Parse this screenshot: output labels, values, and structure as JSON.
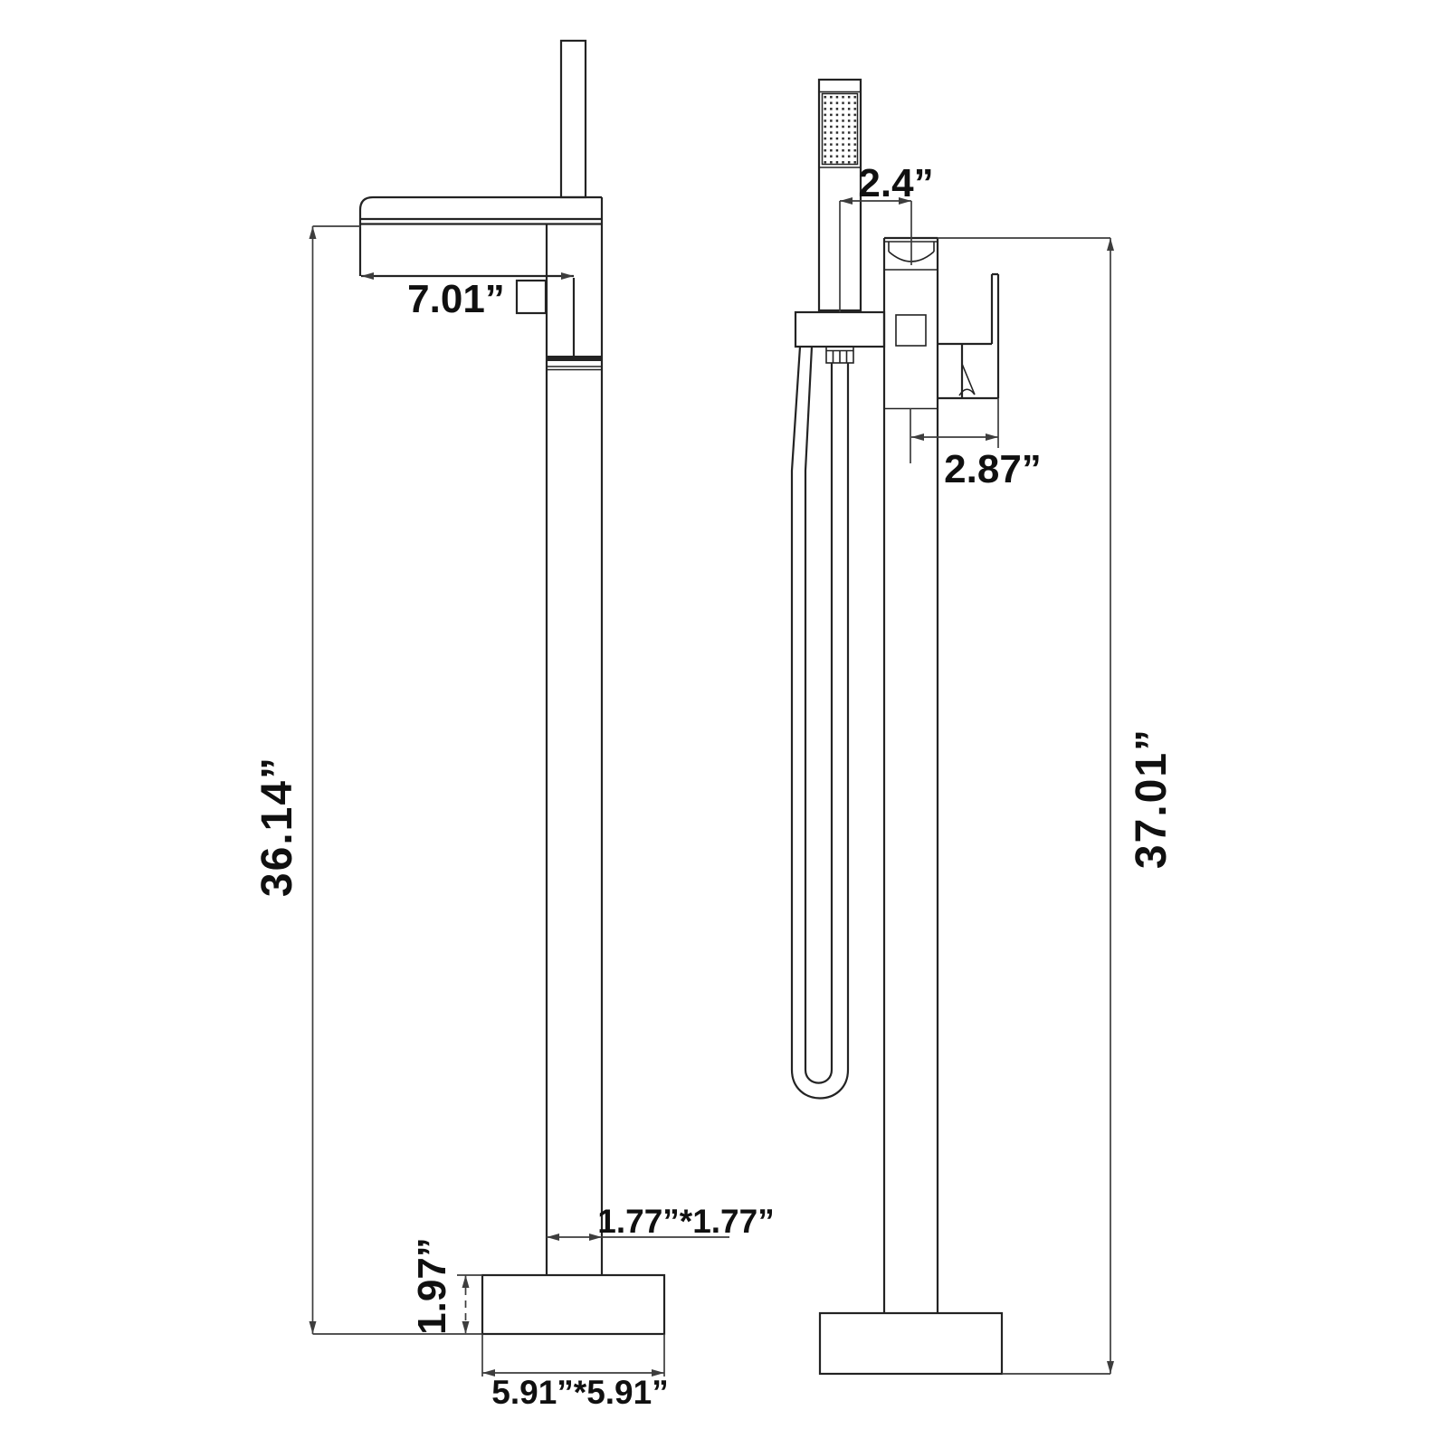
{
  "labels": {
    "height_left": "36.14”",
    "spout_reach": "7.01”",
    "pipe_section": "1.77”*1.77”",
    "base_height": "1.97”",
    "base_size": "5.91”*5.91”",
    "shower_offset": "2.4”",
    "valve_width": "2.87”",
    "height_right": "37.01”"
  },
  "colors": {
    "background": "#ffffff",
    "line": "#232323",
    "dimension": "#3d3d3d",
    "text": "#101010"
  }
}
